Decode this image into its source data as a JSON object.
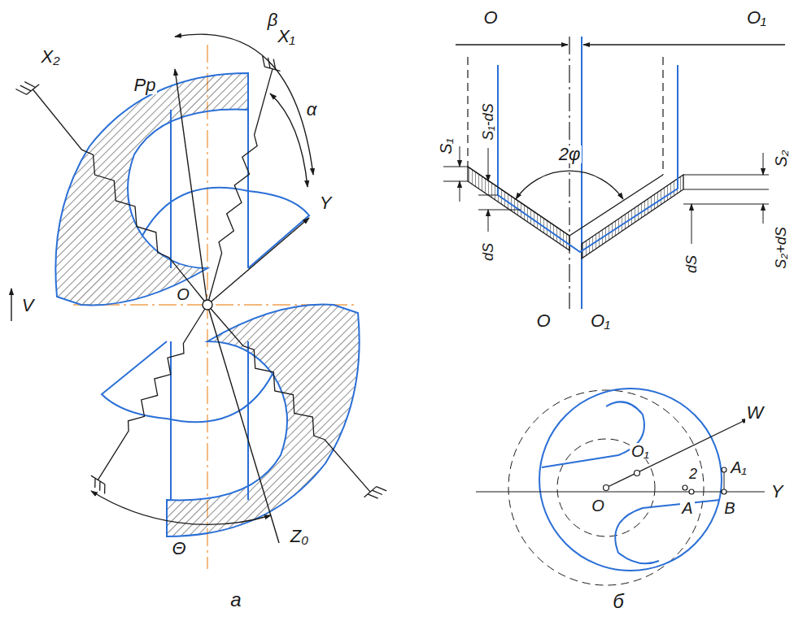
{
  "diagram": {
    "labels": [
      "β",
      "Pр",
      "X₁",
      "α",
      "Y",
      "X₂",
      "O",
      "V",
      "Θ",
      "Z₀",
      "а",
      "O",
      "O₁",
      "S₁",
      "S₁-dS",
      "2φ",
      "S₂",
      "dS",
      "O",
      "O₁",
      "dS",
      "S₂+dS",
      "W",
      "O₁",
      "2",
      "A₁",
      "O",
      "A",
      "B",
      "Y",
      "б"
    ]
  }
}
